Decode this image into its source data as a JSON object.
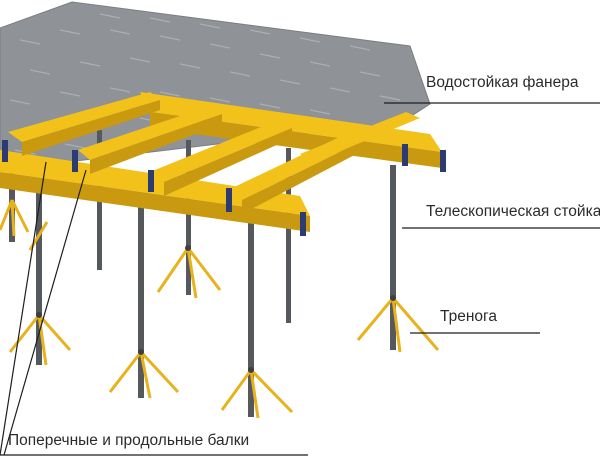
{
  "labels": {
    "plywood": "Водостойкая фанера",
    "telescopic_prop": "Телескопическая стойка",
    "tripod": "Тренога",
    "beams": "Поперечные и продольные балки"
  },
  "colors": {
    "plywood": "#8f9296",
    "beam_yellow": "#f2c21a",
    "beam_shadow": "#c99a0f",
    "clamp_blue": "#2d3b73",
    "prop_metal": "#55595e",
    "tripod_yellow": "#e7b21c",
    "callout_line": "#1e1e1e"
  }
}
